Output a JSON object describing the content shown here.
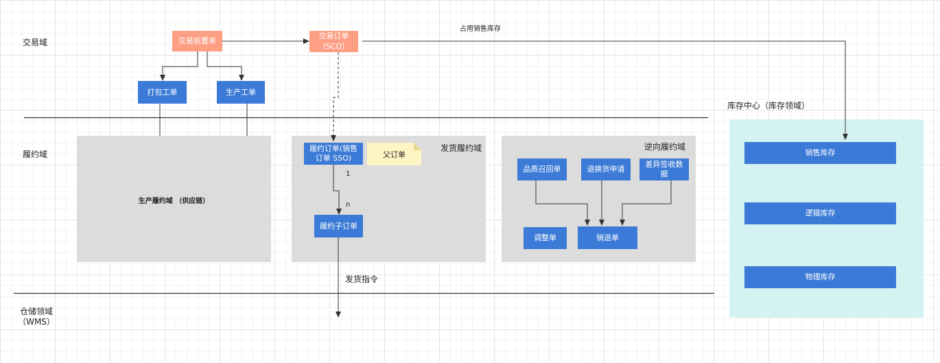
{
  "domains": {
    "trade": "交易域",
    "fulfillment": "履约域",
    "warehouse_line1": "仓储领域",
    "warehouse_line2": "（WMS）"
  },
  "trade_nodes": {
    "pre_order": "交易前置单",
    "sco_line1": "交易订单",
    "sco_line2": "（SCO）",
    "pack_order": "打包工单",
    "prod_order": "生产工单"
  },
  "edge_labels": {
    "occupy_stock": "占用销售库存",
    "one": "1",
    "n": "n",
    "ship_cmd": "发货指令"
  },
  "production_region": {
    "title": "生产履约域 （供应链）"
  },
  "shipping_region": {
    "title": "发货履约域",
    "sso_line1": "履约订单(销售",
    "sso_line2": "订单 SSO)",
    "parent_note": "父订单",
    "sub_order": "履约子订单"
  },
  "reverse_region": {
    "title": "逆向履约域",
    "recall": "品质召回单",
    "return_apply": "退换货申请",
    "diff_line1": "差异签收数",
    "diff_line2": "据",
    "adjust": "调整单",
    "sales_return": "销退单"
  },
  "inventory_center": {
    "title": "库存中心（库存领域）",
    "sales_stock": "销售库存",
    "logic_stock": "逻辑库存",
    "physical_stock": "物理库存"
  },
  "colors": {
    "blue": "#3b7ad6",
    "salmon": "#fd9f84",
    "region_gray": "#dcdcdc",
    "inventory_cyan": "#d4f2f1",
    "note_yellow": "#fff4c3"
  }
}
